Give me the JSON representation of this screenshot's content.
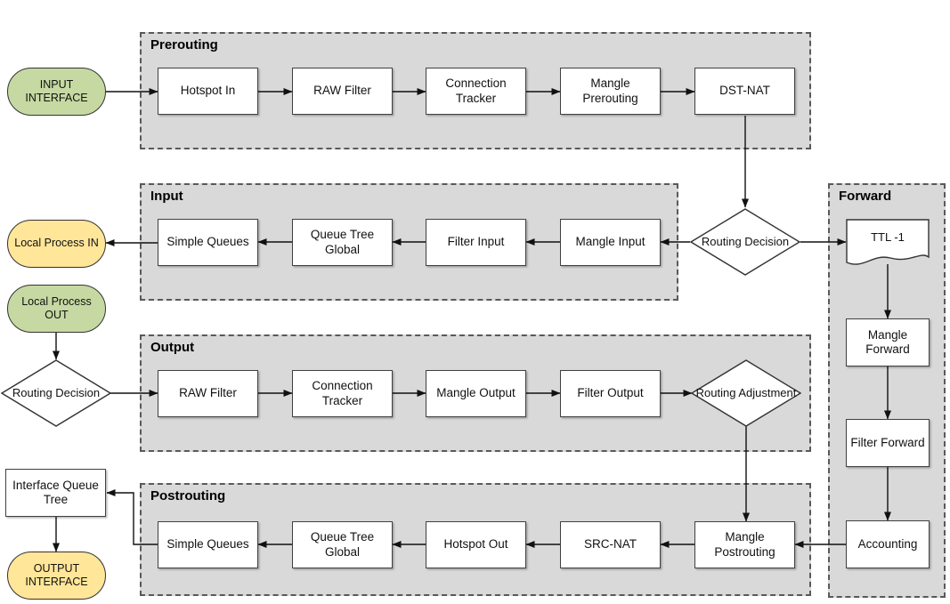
{
  "title": "Packet flow diagram",
  "colors": {
    "section_bg": "#d9d9d9",
    "section_border": "#595959",
    "node_border": "#404040",
    "terminal_green": "#c6d9a2",
    "terminal_yellow": "#ffe699",
    "arrow": "#111111"
  },
  "sections": {
    "prerouting": {
      "title": "Prerouting"
    },
    "input": {
      "title": "Input"
    },
    "output": {
      "title": "Output"
    },
    "postrouting": {
      "title": "Postrouting"
    },
    "forward": {
      "title": "Forward"
    }
  },
  "nodes": {
    "input_interface": "INPUT\nINTERFACE",
    "hotspot_in": "Hotspot In",
    "raw_filter_pre": "RAW Filter",
    "connection_tracker_pre": "Connection Tracker",
    "mangle_prerouting": "Mangle Prerouting",
    "dst_nat": "DST-NAT",
    "routing_decision_top": "Routing Decision",
    "local_process_in": "Local Process IN",
    "simple_queues_in": "Simple Queues",
    "queue_tree_global_in": "Queue Tree Global",
    "filter_input": "Filter Input",
    "mangle_input": "Mangle Input",
    "local_process_out": "Local Process\nOUT",
    "routing_decision_out": "Routing Decision",
    "raw_filter_out": "RAW Filter",
    "connection_tracker_out": "Connection Tracker",
    "mangle_output": "Mangle Output",
    "filter_output": "Filter Output",
    "routing_adjustment": "Routing Adjustment",
    "ttl": "TTL -1",
    "mangle_forward": "Mangle Forward",
    "filter_forward": "Filter Forward",
    "accounting": "Accounting",
    "mangle_postrouting": "Mangle Postrouting",
    "src_nat": "SRC-NAT",
    "hotspot_out": "Hotspot Out",
    "queue_tree_global_post": "Queue Tree Global",
    "simple_queues_post": "Simple Queues",
    "interface_queue_tree": "Interface Queue Tree",
    "output_interface": "OUTPUT\nINTERFACE"
  }
}
